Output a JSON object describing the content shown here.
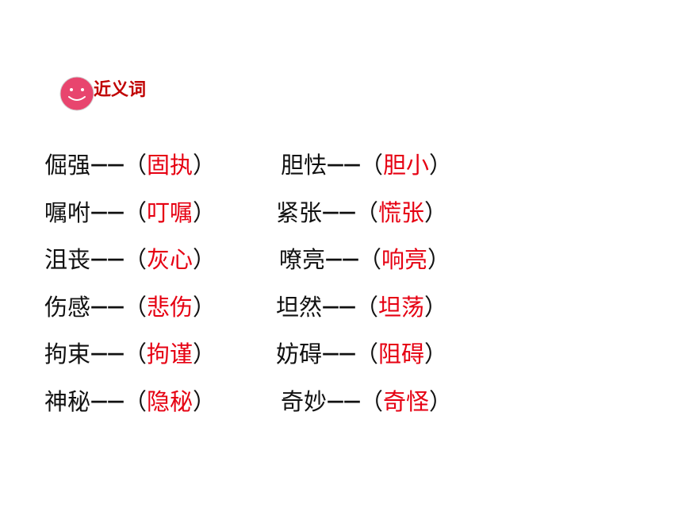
{
  "heading": {
    "label": "近义词",
    "icon": "smiley-face-icon",
    "icon_color": "#e8456e",
    "label_color": "#c00000"
  },
  "separator": "——",
  "open_paren": "（",
  "close_paren": "）",
  "answer_color": "#e60012",
  "rows": [
    {
      "left": {
        "word": "倔强",
        "answer": "固执"
      },
      "right": {
        "word": "胆怯",
        "answer": "胆小"
      }
    },
    {
      "left": {
        "word": "嘱咐",
        "answer": "叮嘱"
      },
      "right": {
        "word": "紧张",
        "answer": "慌张"
      }
    },
    {
      "left": {
        "word": "沮丧",
        "answer": "灰心"
      },
      "right": {
        "word": "嘹亮",
        "answer": "响亮"
      }
    },
    {
      "left": {
        "word": "伤感",
        "answer": "悲伤"
      },
      "right": {
        "word": "坦然",
        "answer": "坦荡"
      }
    },
    {
      "left": {
        "word": "拘束",
        "answer": "拘谨"
      },
      "right": {
        "word": "妨碍",
        "answer": "阻碍"
      }
    },
    {
      "left": {
        "word": "神秘",
        "answer": "隐秘"
      },
      "right": {
        "word": "奇妙",
        "answer": "奇怪"
      }
    }
  ]
}
